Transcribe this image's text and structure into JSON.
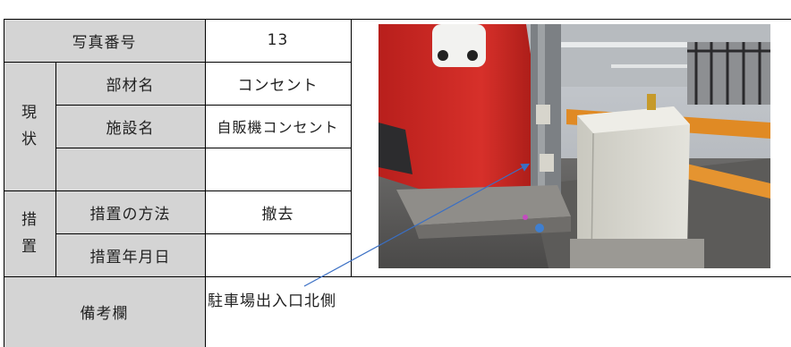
{
  "table": {
    "photo_number_label": "写真番号",
    "photo_number_value": "13",
    "status_group_label": [
      "現",
      "状"
    ],
    "member_name_label": "部材名",
    "member_name_value": "コンセント",
    "facility_name_label": "施設名",
    "facility_name_value": "自販機コンセント",
    "measures_group_label": [
      "措",
      "置"
    ],
    "method_label": "措置の方法",
    "method_value": "撤去",
    "date_label": "措置年月日",
    "date_value": "",
    "remarks_label": "備考欄",
    "remarks_value": "駐車場出入口北側"
  },
  "colors": {
    "header_fill": "#d4d4d4",
    "grid_line": "#000000",
    "leader_line": "#3a6fc4"
  }
}
